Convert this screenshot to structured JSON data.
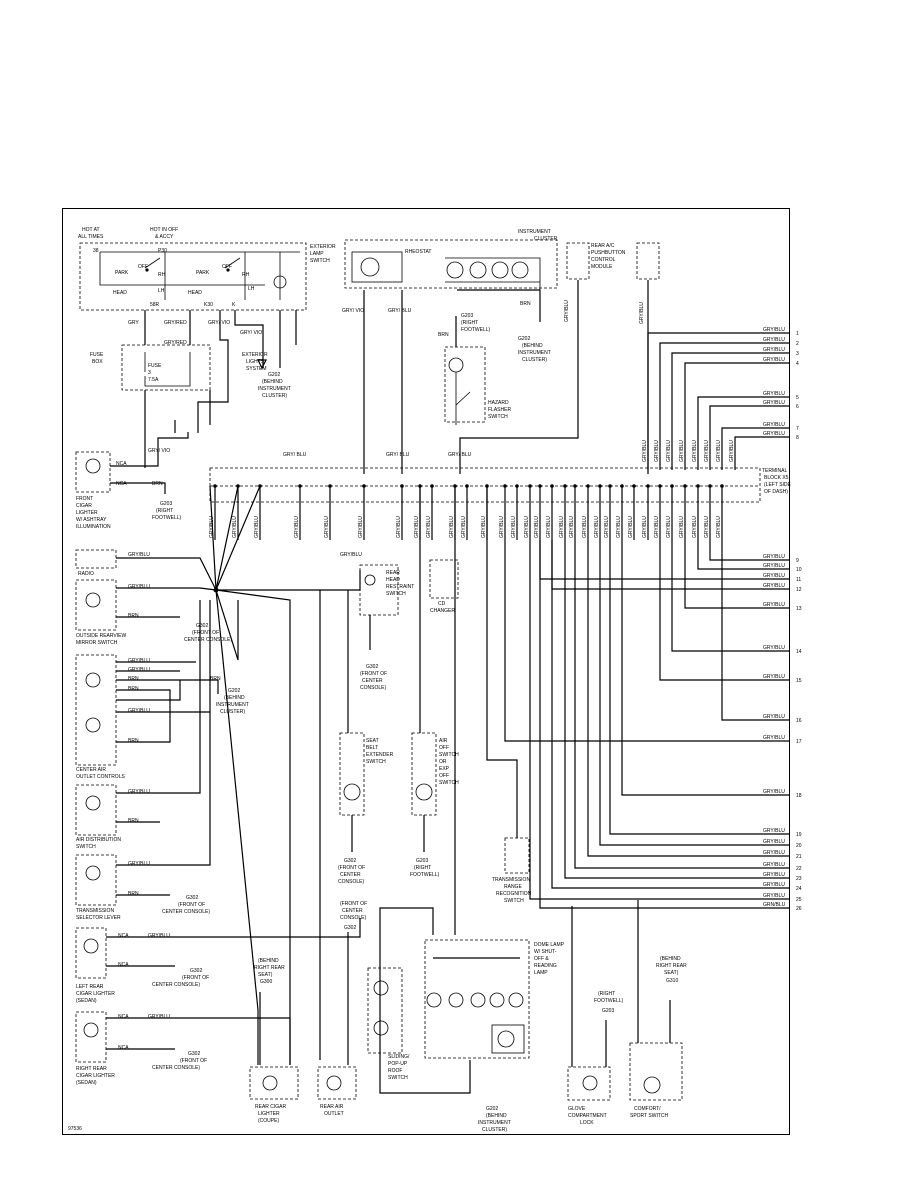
{
  "figure_id": "97536",
  "top": {
    "hot_at_all_times": [
      "HOT AT",
      "ALL TIMES"
    ],
    "hot_in_off": [
      "HOT IN OFF",
      "& ACCY"
    ],
    "exterior_lamp_switch": [
      "EXTERIOR",
      "LAMP",
      "SWITCH"
    ],
    "park": "PARK",
    "off": "OFF",
    "head": "HEAD",
    "rh": "RH",
    "lh": "LH",
    "p30": "P30",
    "p38": "38",
    "p58r": "58R",
    "k30": "K30",
    "k": "K",
    "fuse_box": [
      "FUSE",
      "BOX"
    ],
    "fuse": "FUSE",
    "fuse_num": "3",
    "fuse_amp": "7.5A",
    "exterior_lights": [
      "EXTERIOR",
      "LIGHTS",
      "SYSTEM"
    ],
    "g202_a": [
      "G202",
      "(BEHIND",
      "INSTRUMENT",
      "CLUSTER)"
    ],
    "rheostat": "RHEOSTAT",
    "instrument_cluster": [
      "INSTRUMENT",
      "CLUSTER"
    ],
    "rear_ac": [
      "REAR A/C",
      "PUSHBUTTON",
      "CONTROL",
      "MODULE"
    ],
    "g203_a": [
      "G203",
      "(RIGHT",
      "FOOTWELL)"
    ],
    "g202_b": [
      "G202",
      "(BEHIND",
      "INSTRUMENT",
      "CLUSTER)"
    ],
    "hazard": [
      "HAZARD",
      "FLASHER",
      "SWITCH"
    ],
    "terminal_block": [
      "TERMINAL",
      "BLOCK X5",
      "(LEFT SIDE",
      "OF DASH)"
    ]
  },
  "wire_colors": {
    "gry": "GRY",
    "gry_red": "GRY/RED",
    "gry_vio": "GRY/ VIO",
    "gry_blu": "GRY/BLU",
    "gry_blu_split": "GRY/ BLU",
    "brn": "BRN",
    "nca": "NCA",
    "grn_blu": "GRN/BLU"
  },
  "left": {
    "front_cigar": [
      "FRONT",
      "CIGAR",
      "LIGHTER",
      "W/ ASHTRAY",
      "ILLUMINATION"
    ],
    "g203_b": [
      "G203",
      "(RIGHT",
      "FOOTWELL)"
    ],
    "radio": "RADIO",
    "outside_mirror": [
      "OUTSIDE REARVIEW",
      "MIRROR SWITCH"
    ],
    "g302_a": [
      "G302",
      "(FRONT OF",
      "CENTER CONSOLE)"
    ],
    "g202_c": [
      "G202",
      "(BEHIND",
      "INSTRUMENT",
      "CLUSTER)"
    ],
    "center_air": [
      "CENTER AIR",
      "OUTLET CONTROLS"
    ],
    "air_dist": [
      "AIR DISTRIBUTION",
      "SWITCH"
    ],
    "trans_sel": [
      "TRANSMISSION",
      "SELECTOR LEVER"
    ],
    "g302_b": [
      "G302",
      "(FRONT OF",
      "CENTER CONSOLE)"
    ],
    "left_rear_cigar": [
      "LEFT REAR",
      "CIGAR LIGHTER",
      "(SEDAN)"
    ],
    "g302_c": [
      "G302",
      "(FRONT OF",
      "CENTER CONSOLE)"
    ],
    "right_rear_cigar": [
      "RIGHT REAR",
      "CIGAR LIGHTER",
      "(SEDAN)"
    ],
    "g302_d": [
      "G302",
      "(FRONT OF",
      "CENTER CONSOLE)"
    ]
  },
  "middle": {
    "rear_head": [
      "REAR",
      "HEAD",
      "RESTRAINT",
      "SWITCH"
    ],
    "g302_e": [
      "G302",
      "(FRONT OF",
      "CENTER",
      "CONSOLE)"
    ],
    "cd_changer": [
      "CD",
      "CHANGER"
    ],
    "seat_belt": [
      "SEAT",
      "BELT",
      "EXTENDER",
      "SWITCH"
    ],
    "g302_f": [
      "G302",
      "(FRONT OF",
      "CENTER",
      "CONSOLE)"
    ],
    "air_off": [
      "AIR",
      "OFF",
      "SWITCH",
      "OR",
      "EXP",
      "OFF",
      "SWITCH"
    ],
    "g203_c": [
      "G203",
      "(RIGHT",
      "FOOTWELL)"
    ],
    "trans_range": [
      "TRANSMISSION",
      "RANGE",
      "RECOGNITION",
      "SWITCH"
    ],
    "g302_g": [
      "(FRONT OF",
      "CENTER",
      "CONSOLE)",
      "G302"
    ],
    "g300": [
      "(BEHIND",
      "RIGHT REAR",
      "SEAT)",
      "G300"
    ],
    "rear_cigar": [
      "REAR CIGAR",
      "LIGHTER",
      "(COUPE)"
    ],
    "rear_air": [
      "REAR AIR",
      "OUTLET"
    ],
    "sliding_roof": [
      "SLIDING/",
      "POP-UP",
      "ROOF",
      "SWITCH"
    ],
    "dome_lamp": [
      "DOME LAMP",
      "W/ SHUT-",
      "OFF &",
      "READING",
      "LAMP"
    ],
    "g202_d": [
      "G202",
      "(BEHIND",
      "INSTRUMENT",
      "CLUSTER)"
    ],
    "g203_d": [
      "(RIGHT",
      "FOOTWELL)",
      "G203"
    ],
    "glove": [
      "GLOVE",
      "COMPARTMENT",
      "LOCK"
    ],
    "g310": [
      "(BEHIND",
      "RIGHT REAR",
      "SEAT)",
      "G310"
    ],
    "comfort": [
      "COMFORT/",
      "SPORT SWITCH"
    ]
  },
  "right_terminals_top": [
    "1",
    "2",
    "3",
    "4",
    "5",
    "6",
    "7",
    "8"
  ],
  "right_terminals_bottom": [
    "9",
    "10",
    "11",
    "12",
    "13",
    "14",
    "15",
    "16",
    "17",
    "18",
    "19",
    "20",
    "21",
    "22",
    "23",
    "24",
    "25",
    "26"
  ]
}
